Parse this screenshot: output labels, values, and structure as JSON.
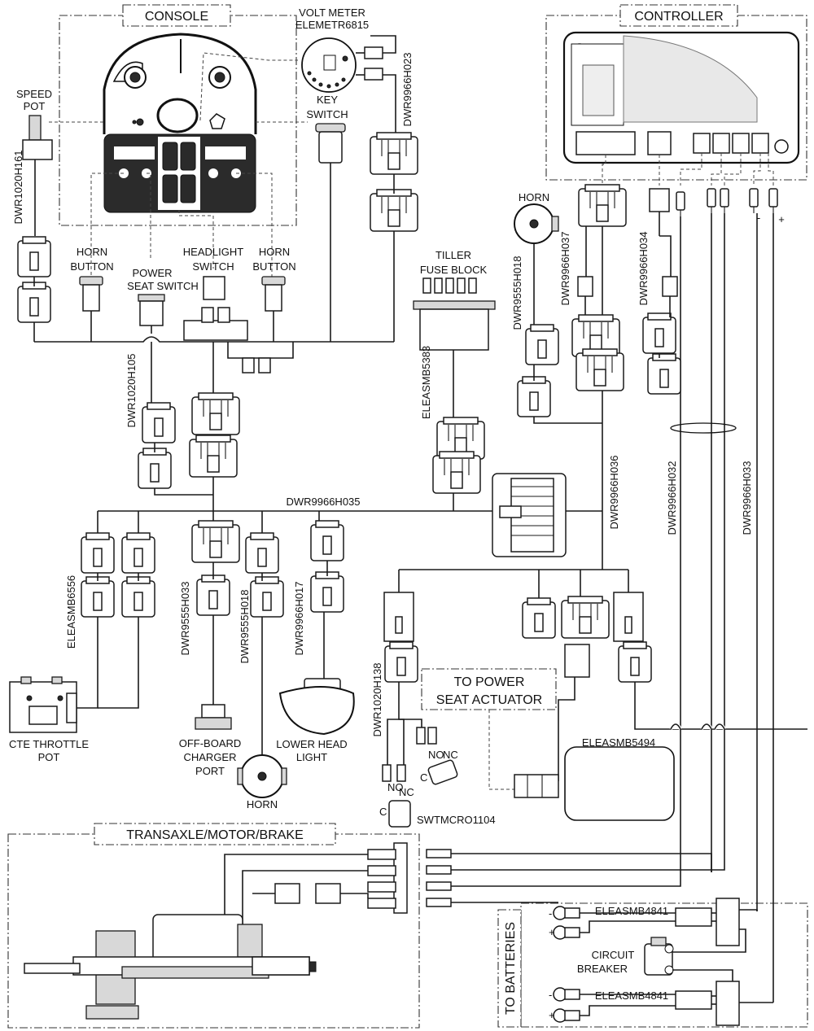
{
  "groups": {
    "console": "CONSOLE",
    "controller": "CONTROLLER",
    "transaxle": "TRANSAXLE/MOTOR/BRAKE",
    "to_batteries": "TO BATTERIES",
    "to_power_seat": [
      "TO POWER",
      "SEAT ACTUATOR"
    ]
  },
  "components": {
    "volt_meter": [
      "VOLT METER",
      "ELEMETR6815"
    ],
    "speed_pot": [
      "SPEED",
      "POT"
    ],
    "key_switch": [
      "KEY",
      "SWITCH"
    ],
    "horn_button_left": [
      "HORN",
      "BUTTON"
    ],
    "power_seat_switch": [
      "POWER",
      "SEAT SWITCH"
    ],
    "headlight_switch": [
      "HEADLIGHT",
      "SWITCH"
    ],
    "horn_button_right": [
      "HORN",
      "BUTTON"
    ],
    "tiller_fuse_block": [
      "TILLER",
      "FUSE BLOCK"
    ],
    "horn_top": "HORN",
    "cte_throttle_pot": [
      "CTE THROTTLE",
      "POT"
    ],
    "off_board_charger": [
      "OFF-BOARD",
      "CHARGER",
      "PORT"
    ],
    "horn_bottom": "HORN",
    "lower_head_light": [
      "LOWER HEAD",
      "LIGHT"
    ],
    "circuit_breaker": [
      "CIRCUIT",
      "BREAKER"
    ],
    "elea5494": "ELEASMB5494",
    "microswitch": "SWTMCRO1104"
  },
  "wire_labels": {
    "DWR9966H023": "DWR9966H023",
    "DWR1020H161": "DWR1020H161",
    "DWR1020H105": "DWR1020H105",
    "ELEASMB5383": "ELEASMB5383",
    "DWR9555H018_top": "DWR9555H018",
    "DWR9966H037": "DWR9966H037",
    "DWR9966H034": "DWR9966H034",
    "DWR9966H035": "DWR9966H035",
    "DWR9966H036": "DWR9966H036",
    "DWR9966H032": "DWR9966H032",
    "DWR9966H033": "DWR9966H033",
    "ELEASMB6556": "ELEASMB6556",
    "DWR9555H033": "DWR9555H033",
    "DWR9555H018_bottom": "DWR9555H018",
    "DWR9966H017": "DWR9966H017",
    "DWR1020H138": "DWR1020H138",
    "ELEASMB4841_top": "ELEASMB4841",
    "ELEASMB4841_bottom": "ELEASMB4841"
  },
  "switch_marks": {
    "no": "NO",
    "nc": "NC",
    "c": "C"
  },
  "polarity": {
    "minus": "-",
    "plus": "+"
  }
}
